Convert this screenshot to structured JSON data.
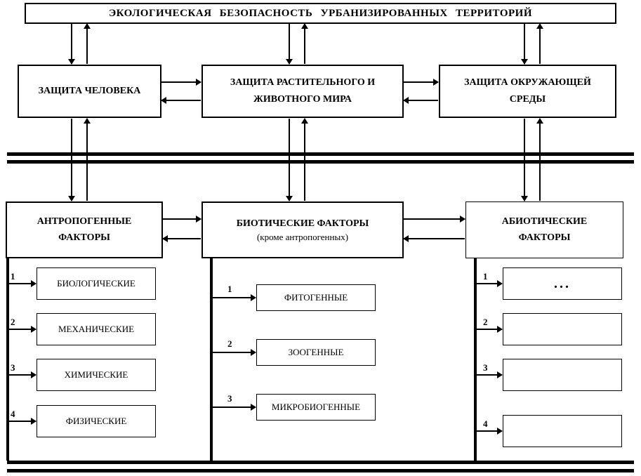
{
  "diagram": {
    "title": "ЭКОЛОГИЧЕСКАЯ БЕЗОПАСНОСТЬ УРБАНИЗИРОВАННЫХ ТЕРРИТОРИЙ",
    "protection": [
      {
        "label": "ЗАЩИТА ЧЕЛОВЕКА"
      },
      {
        "label": "ЗАЩИТА РАСТИТЕЛЬНОГО И ЖИВОТНОГО МИРА"
      },
      {
        "label": "ЗАЩИТА ОКРУЖАЮЩЕЙ СРЕДЫ"
      }
    ],
    "factors": [
      {
        "label": "АНТРОПОГЕННЫЕ ФАКТОРЫ",
        "note": ""
      },
      {
        "label": "БИОТИЧЕСКИЕ ФАКТОРЫ",
        "note": "(кроме антропогенных)"
      },
      {
        "label": "АБИОТИЧЕСКИЕ ФАКТОРЫ",
        "note": ""
      }
    ],
    "anthropogenic_items": [
      {
        "num": "1",
        "label": "БИОЛОГИЧЕСКИЕ"
      },
      {
        "num": "2",
        "label": "МЕХАНИЧЕСКИЕ"
      },
      {
        "num": "3",
        "label": "ХИМИЧЕСКИЕ"
      },
      {
        "num": "4",
        "label": "ФИЗИЧЕСКИЕ"
      }
    ],
    "biotic_items": [
      {
        "num": "1",
        "label": "ФИТОГЕННЫЕ"
      },
      {
        "num": "2",
        "label": "ЗООГЕННЫЕ"
      },
      {
        "num": "3",
        "label": "МИКРОБИОГЕННЫЕ"
      }
    ],
    "abiotic_items": [
      {
        "num": "1",
        "label": "..."
      },
      {
        "num": "2",
        "label": ""
      },
      {
        "num": "3",
        "label": ""
      },
      {
        "num": "4",
        "label": ""
      }
    ]
  }
}
